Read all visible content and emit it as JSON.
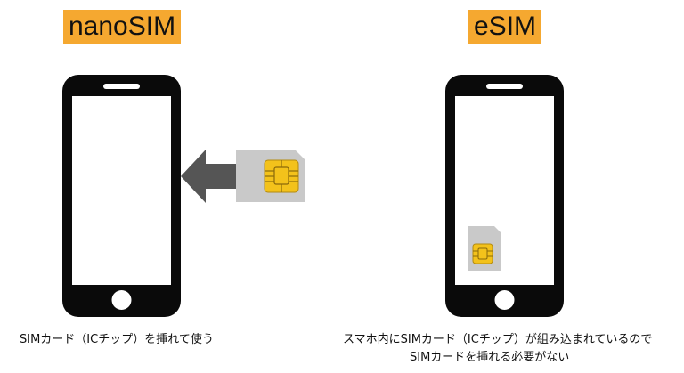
{
  "left": {
    "title": "nanoSIM",
    "caption": "SIMカード（ICチップ）を挿れて使う"
  },
  "right": {
    "title": "eSIM",
    "caption_line1": "スマホ内にSIMカード（ICチップ）が組み込まれているので",
    "caption_line2": "SIMカードを挿れる必要がない"
  },
  "colors": {
    "title_highlight": "#f5a830",
    "phone_body": "#0a0a0a",
    "arrow": "#555555",
    "sim_body": "#c9c9c9",
    "chip": "#f3c21b"
  },
  "icons": {
    "phone": "smartphone-icon",
    "arrow": "arrow-left-icon",
    "sim": "sim-card-icon"
  }
}
